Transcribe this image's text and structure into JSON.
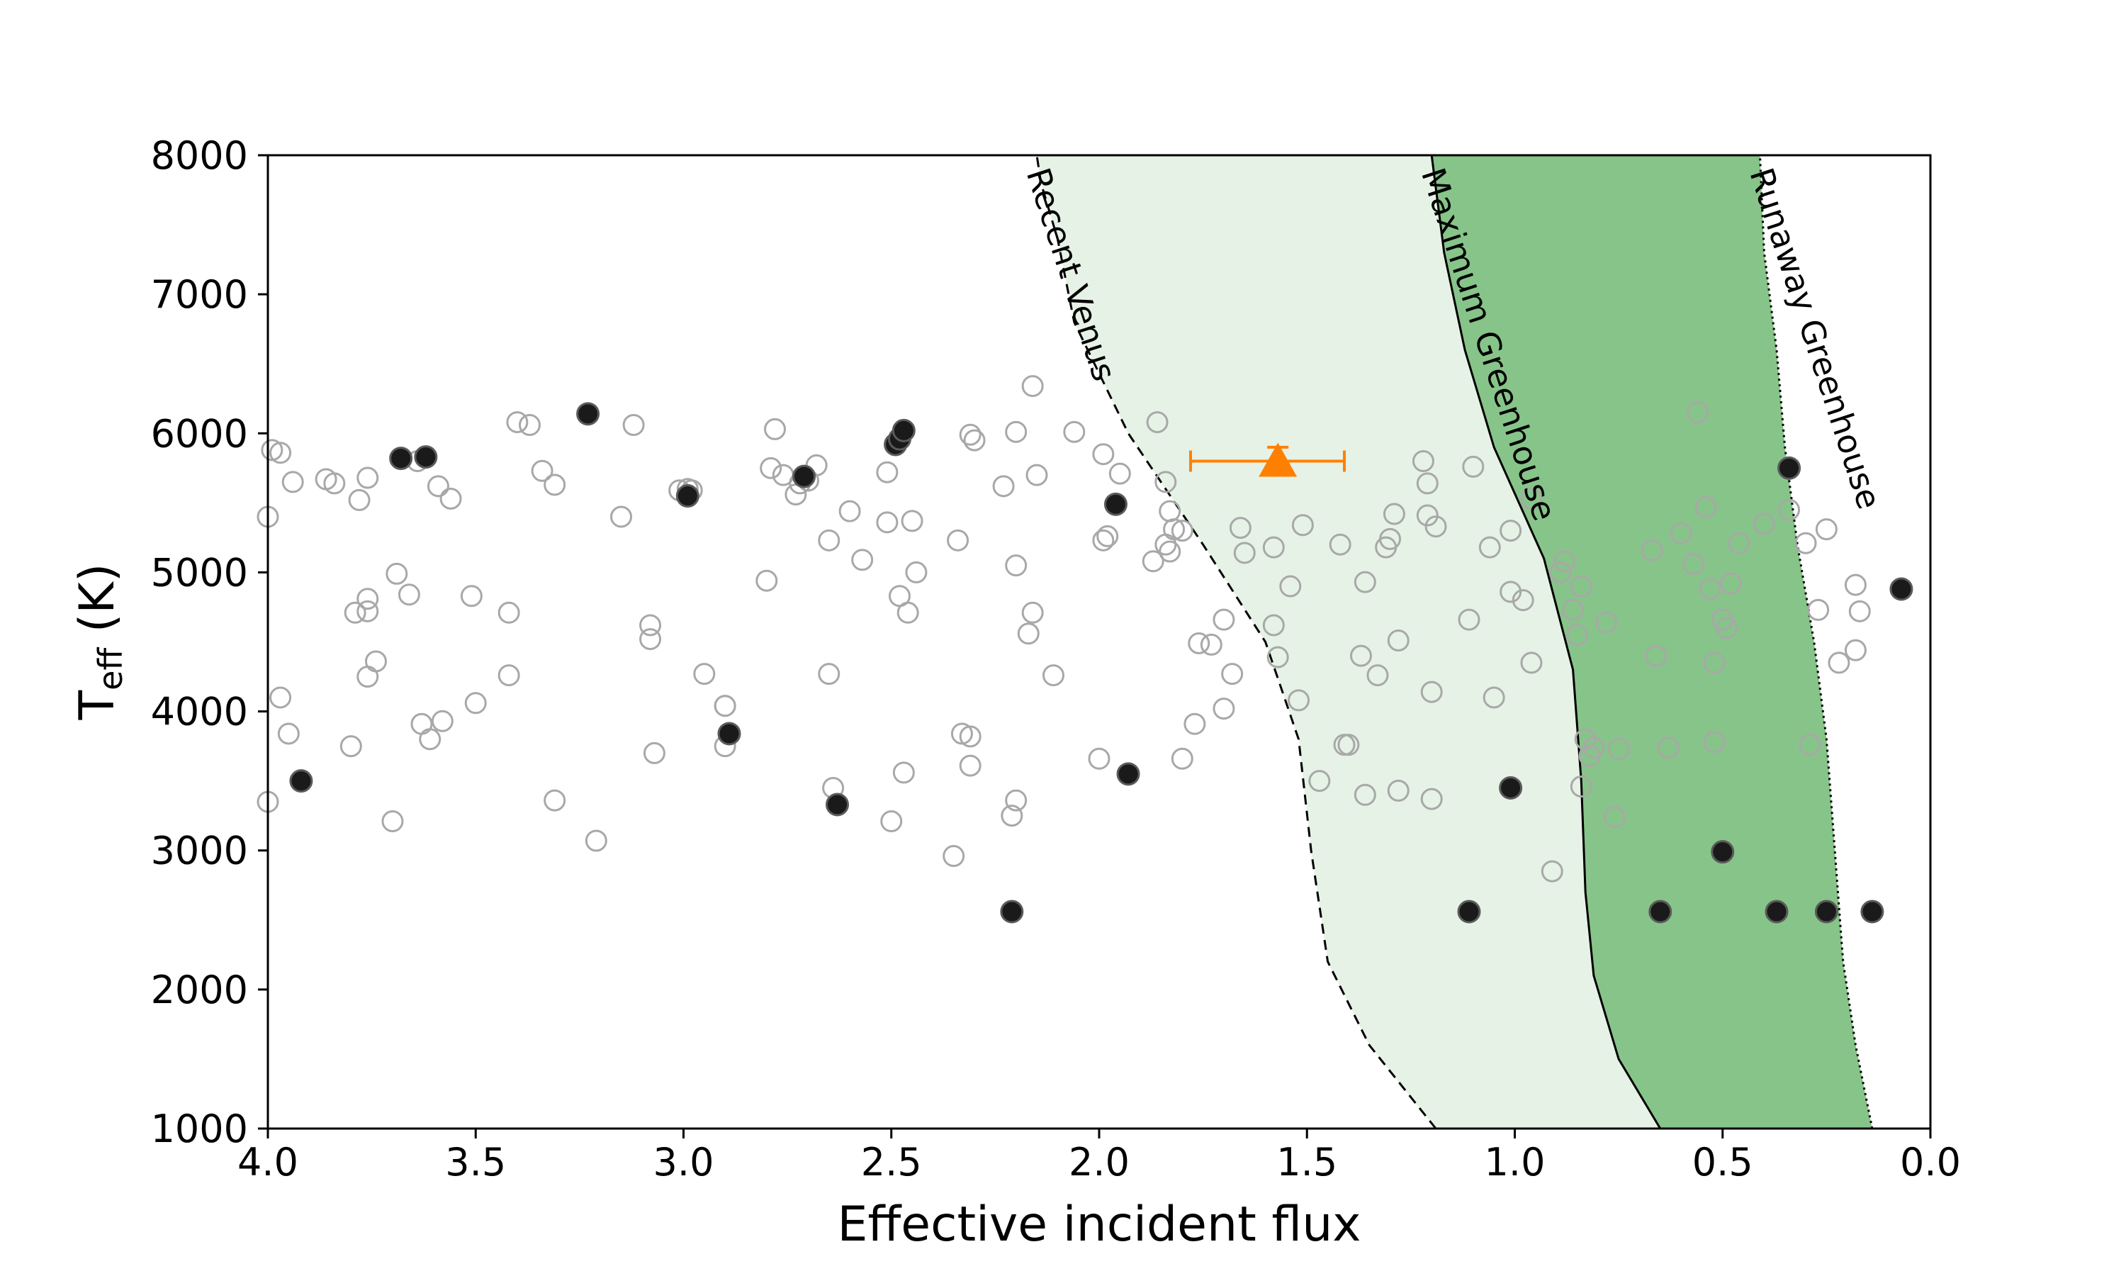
{
  "chart_data": {
    "type": "scatter",
    "xlabel": "Effective incident flux",
    "ylabel_main": "T",
    "ylabel_sub": "eff",
    "ylabel_unit": " (K)",
    "xlim": [
      4.0,
      0.0
    ],
    "ylim": [
      1000,
      8000
    ],
    "x_reversed": true,
    "grid": false,
    "x_ticks": [
      "4.0",
      "3.5",
      "3.0",
      "2.5",
      "2.0",
      "1.5",
      "1.0",
      "0.5",
      "0.0"
    ],
    "y_ticks": [
      "1000",
      "2000",
      "3000",
      "4000",
      "5000",
      "6000",
      "7000",
      "8000"
    ],
    "zones": [
      {
        "label": "Recent Venus",
        "style": "dashed",
        "curve": [
          [
            1.19,
            1000
          ],
          [
            1.35,
            1600
          ],
          [
            1.45,
            2200
          ],
          [
            1.49,
            3000
          ],
          [
            1.52,
            3800
          ],
          [
            1.6,
            4500
          ],
          [
            1.75,
            5200
          ],
          [
            1.93,
            6000
          ],
          [
            2.06,
            6800
          ],
          [
            2.1,
            7400
          ],
          [
            2.14,
            7800
          ],
          [
            2.15,
            8000
          ]
        ]
      },
      {
        "label": "Maximum Greenhouse",
        "style": "solid",
        "curve": [
          [
            0.65,
            1000
          ],
          [
            0.75,
            1500
          ],
          [
            0.81,
            2100
          ],
          [
            0.83,
            2700
          ],
          [
            0.84,
            3500
          ],
          [
            0.86,
            4300
          ],
          [
            0.93,
            5100
          ],
          [
            1.05,
            5900
          ],
          [
            1.12,
            6600
          ],
          [
            1.17,
            7300
          ],
          [
            1.2,
            8000
          ]
        ]
      },
      {
        "label": "Runaway Greenhouse",
        "style": "dotted",
        "curve": [
          [
            0.14,
            1000
          ],
          [
            0.18,
            1600
          ],
          [
            0.21,
            2200
          ],
          [
            0.23,
            3000
          ],
          [
            0.25,
            3800
          ],
          [
            0.28,
            4500
          ],
          [
            0.32,
            5200
          ],
          [
            0.35,
            5900
          ],
          [
            0.37,
            6600
          ],
          [
            0.4,
            7300
          ],
          [
            0.41,
            8000
          ]
        ]
      }
    ],
    "colors": {
      "light_zone": "#e6f2e6",
      "dark_zone": "#87c489",
      "open_marker": "#a8a8a8",
      "filled_marker": "#1a1a1a",
      "highlight": "#ff8000"
    },
    "series": [
      {
        "marker": "open-circle",
        "points": [
          [
            4.0,
            5400
          ],
          [
            3.99,
            5880
          ],
          [
            3.97,
            5860
          ],
          [
            3.94,
            5650
          ],
          [
            3.86,
            5670
          ],
          [
            3.84,
            5640
          ],
          [
            3.78,
            5520
          ],
          [
            3.76,
            5680
          ],
          [
            3.68,
            5820
          ],
          [
            3.64,
            5800
          ],
          [
            3.59,
            5620
          ],
          [
            3.56,
            5530
          ],
          [
            3.4,
            6080
          ],
          [
            3.37,
            6060
          ],
          [
            3.34,
            5730
          ],
          [
            3.31,
            5630
          ],
          [
            3.12,
            6060
          ],
          [
            3.15,
            5400
          ],
          [
            3.01,
            5590
          ],
          [
            2.99,
            5600
          ],
          [
            2.98,
            5590
          ],
          [
            2.78,
            6030
          ],
          [
            2.79,
            5750
          ],
          [
            2.76,
            5700
          ],
          [
            2.73,
            5560
          ],
          [
            2.72,
            5640
          ],
          [
            2.7,
            5660
          ],
          [
            2.68,
            5770
          ],
          [
            2.51,
            5360
          ],
          [
            2.51,
            5720
          ],
          [
            2.45,
            5370
          ],
          [
            2.31,
            5990
          ],
          [
            2.3,
            5950
          ],
          [
            2.23,
            5620
          ],
          [
            2.2,
            6010
          ],
          [
            2.16,
            6340
          ],
          [
            2.15,
            5700
          ],
          [
            2.06,
            6010
          ],
          [
            1.99,
            5850
          ],
          [
            1.95,
            5710
          ],
          [
            1.86,
            6080
          ],
          [
            1.84,
            5650
          ],
          [
            1.83,
            5440
          ],
          [
            1.82,
            5310
          ],
          [
            1.84,
            5200
          ],
          [
            1.83,
            5150
          ],
          [
            1.8,
            5300
          ],
          [
            1.87,
            5080
          ],
          [
            1.98,
            5260
          ],
          [
            1.99,
            5230
          ],
          [
            2.34,
            5230
          ],
          [
            2.65,
            5230
          ],
          [
            2.57,
            5090
          ],
          [
            2.6,
            5440
          ],
          [
            2.44,
            5000
          ],
          [
            3.69,
            4990
          ],
          [
            3.76,
            4810
          ],
          [
            3.76,
            4720
          ],
          [
            3.79,
            4710
          ],
          [
            3.66,
            4840
          ],
          [
            3.51,
            4830
          ],
          [
            3.42,
            4710
          ],
          [
            3.08,
            4620
          ],
          [
            3.08,
            4520
          ],
          [
            3.58,
            3930
          ],
          [
            3.63,
            3910
          ],
          [
            3.61,
            3800
          ],
          [
            3.5,
            4060
          ],
          [
            3.42,
            4260
          ],
          [
            3.74,
            4360
          ],
          [
            3.76,
            4250
          ],
          [
            3.97,
            4100
          ],
          [
            3.95,
            3840
          ],
          [
            3.8,
            3750
          ],
          [
            3.31,
            3360
          ],
          [
            3.7,
            3210
          ],
          [
            4.0,
            3350
          ],
          [
            3.21,
            3070
          ],
          [
            3.07,
            3700
          ],
          [
            2.95,
            4270
          ],
          [
            2.9,
            4040
          ],
          [
            2.9,
            4040
          ],
          [
            2.9,
            3750
          ],
          [
            2.8,
            4940
          ],
          [
            2.65,
            4270
          ],
          [
            2.64,
            3450
          ],
          [
            2.47,
            3560
          ],
          [
            2.5,
            3210
          ],
          [
            2.48,
            4830
          ],
          [
            2.46,
            4710
          ],
          [
            2.33,
            3840
          ],
          [
            2.31,
            3820
          ],
          [
            2.31,
            3610
          ],
          [
            2.35,
            2960
          ],
          [
            2.21,
            3250
          ],
          [
            2.2,
            3360
          ],
          [
            2.2,
            5050
          ],
          [
            2.16,
            4710
          ],
          [
            2.17,
            4560
          ],
          [
            2.11,
            4260
          ],
          [
            2.0,
            3660
          ],
          [
            1.8,
            3660
          ],
          [
            1.76,
            4490
          ],
          [
            1.73,
            4480
          ],
          [
            1.77,
            3910
          ],
          [
            1.7,
            4660
          ],
          [
            1.7,
            4020
          ],
          [
            1.68,
            4270
          ],
          [
            1.66,
            5320
          ],
          [
            1.65,
            5140
          ],
          [
            1.58,
            4620
          ],
          [
            1.57,
            4390
          ],
          [
            1.58,
            5180
          ],
          [
            1.54,
            4900
          ],
          [
            1.52,
            4080
          ],
          [
            1.51,
            5340
          ],
          [
            1.47,
            3500
          ],
          [
            1.42,
            5200
          ],
          [
            1.41,
            3760
          ],
          [
            1.4,
            3760
          ],
          [
            1.37,
            4400
          ],
          [
            1.36,
            4930
          ],
          [
            1.36,
            3400
          ],
          [
            1.33,
            4260
          ],
          [
            1.31,
            5180
          ],
          [
            1.3,
            5240
          ],
          [
            1.29,
            5420
          ],
          [
            1.28,
            4510
          ],
          [
            1.28,
            3430
          ],
          [
            1.22,
            5800
          ],
          [
            1.21,
            5640
          ],
          [
            1.21,
            5410
          ],
          [
            1.2,
            4140
          ],
          [
            1.19,
            5330
          ],
          [
            1.2,
            3370
          ],
          [
            1.11,
            4660
          ],
          [
            1.1,
            5760
          ],
          [
            1.06,
            5180
          ],
          [
            1.05,
            4100
          ],
          [
            1.01,
            5300
          ],
          [
            1.01,
            4860
          ],
          [
            0.98,
            4800
          ],
          [
            0.96,
            5530
          ],
          [
            0.96,
            4350
          ],
          [
            0.91,
            2850
          ],
          [
            0.89,
            5000
          ],
          [
            0.88,
            5080
          ],
          [
            0.86,
            4730
          ],
          [
            0.85,
            4550
          ],
          [
            0.84,
            4900
          ],
          [
            0.83,
            3800
          ],
          [
            0.82,
            3680
          ],
          [
            0.81,
            3740
          ],
          [
            0.84,
            3460
          ],
          [
            0.78,
            4640
          ],
          [
            0.75,
            3730
          ],
          [
            0.76,
            3240
          ],
          [
            0.67,
            5160
          ],
          [
            0.66,
            4400
          ],
          [
            0.63,
            3740
          ],
          [
            0.6,
            5280
          ],
          [
            0.57,
            5060
          ],
          [
            0.56,
            6150
          ],
          [
            0.54,
            5470
          ],
          [
            0.53,
            4880
          ],
          [
            0.52,
            4350
          ],
          [
            0.52,
            3780
          ],
          [
            0.5,
            4660
          ],
          [
            0.49,
            4600
          ],
          [
            0.48,
            4920
          ],
          [
            0.46,
            5210
          ],
          [
            0.4,
            5350
          ],
          [
            0.29,
            3760
          ],
          [
            0.34,
            5450
          ],
          [
            0.3,
            5210
          ],
          [
            0.25,
            5310
          ],
          [
            0.27,
            4730
          ],
          [
            0.22,
            4350
          ],
          [
            0.18,
            4910
          ],
          [
            0.18,
            4440
          ],
          [
            0.17,
            4720
          ]
        ]
      },
      {
        "marker": "filled-circle",
        "points": [
          [
            3.92,
            3500
          ],
          [
            3.68,
            5820
          ],
          [
            3.62,
            5830
          ],
          [
            3.23,
            6140
          ],
          [
            2.99,
            5550
          ],
          [
            2.89,
            3840
          ],
          [
            2.71,
            5690
          ],
          [
            2.63,
            3330
          ],
          [
            2.49,
            5920
          ],
          [
            2.48,
            5960
          ],
          [
            2.47,
            6020
          ],
          [
            2.21,
            2560
          ],
          [
            1.96,
            5490
          ],
          [
            1.93,
            3550
          ],
          [
            1.11,
            2560
          ],
          [
            1.01,
            3450
          ],
          [
            0.65,
            2560
          ],
          [
            0.5,
            2990
          ],
          [
            0.34,
            5750
          ],
          [
            0.37,
            2560
          ],
          [
            0.25,
            2560
          ],
          [
            0.14,
            2560
          ],
          [
            0.07,
            4880
          ]
        ]
      }
    ],
    "highlight_point": {
      "marker": "triangle",
      "x": 1.57,
      "y": 5800,
      "x_err_low": 1.78,
      "x_err_high": 1.41,
      "y_err": 100
    }
  }
}
